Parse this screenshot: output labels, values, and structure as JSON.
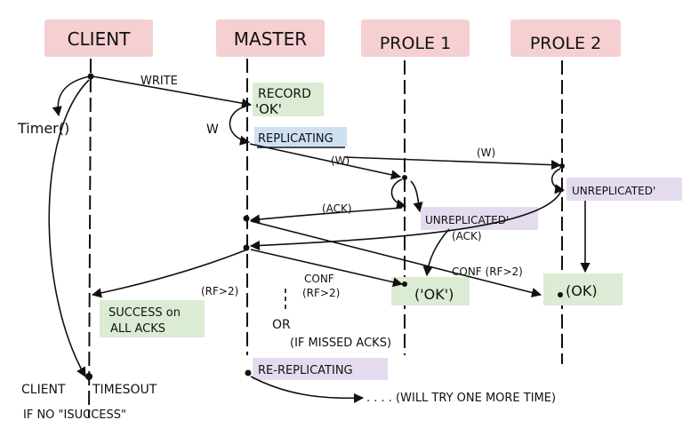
{
  "colors": {
    "header_fill": "#f6cfd2",
    "green_note": "#dcebd3",
    "blue_note": "#cfe0f1",
    "purple_note": "#e4dcee",
    "ink": "#111111"
  },
  "lanes": {
    "client": "CLIENT",
    "master": "MASTER",
    "prole1": "PROLE 1",
    "prole2": "PROLE 2"
  },
  "messages": {
    "write": "WRITE",
    "timer": "Timer()",
    "w_loop": "W",
    "record_ok_1": "RECORD",
    "record_ok_2": "'OK'",
    "replicating": "REPLICATING",
    "w_to_p1": "(W)",
    "w_to_p2": "(W)",
    "unreplicated_p2": "UNREPLICATED'",
    "ack_p1": "(ACK)",
    "unreplicated_p1": "UNREPLICATED'",
    "ack_p2": "(ACK)",
    "conf_p2": "CONF (RF>2)",
    "conf_p1_1": "CONF",
    "conf_p1_2": "(RF>2)",
    "rf_client": "(RF>2)",
    "ok_p1": "('OK')",
    "ok_p2": "(OK)",
    "success_1": "SUCCESS on",
    "success_2": "ALL ACKS",
    "or": "OR",
    "missed_acks": "(IF MISSED ACKS)",
    "re_replicating": "RE-REPLICATING",
    "try_again": ". . . . (WILL TRY ONE MORE TIME)",
    "timeout_1": "CLIENT",
    "timeout_2": "TIMESOUT",
    "timeout_3": "IF NO \"ISUCCESS\""
  }
}
